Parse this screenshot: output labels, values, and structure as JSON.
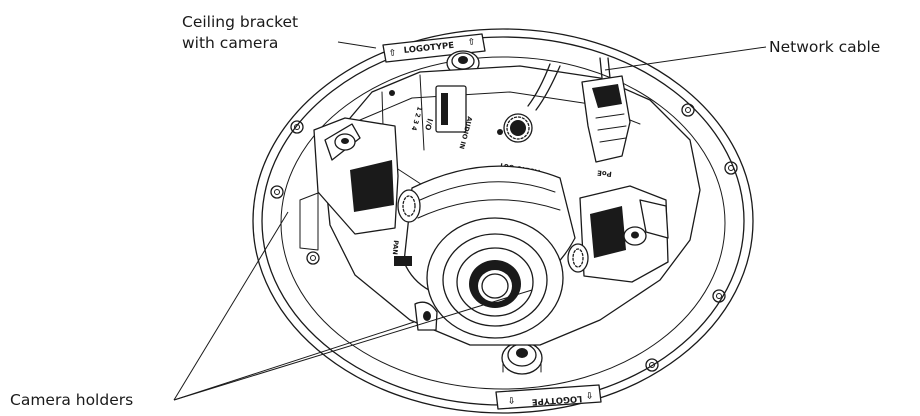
{
  "callouts": {
    "ceiling_bracket_line1": "Ceiling bracket",
    "ceiling_bracket_line2": "with camera",
    "network_cable": "Network cable",
    "camera_holders": "Camera holders"
  },
  "device_labels": {
    "logotype": "LOGOTYPE",
    "io": "I/O",
    "io_pins": "1 2 3 4",
    "audio_in": "AUDIO IN",
    "audio_out": "AUDIO OUT",
    "poe": "PoE",
    "pan": "PAN"
  }
}
